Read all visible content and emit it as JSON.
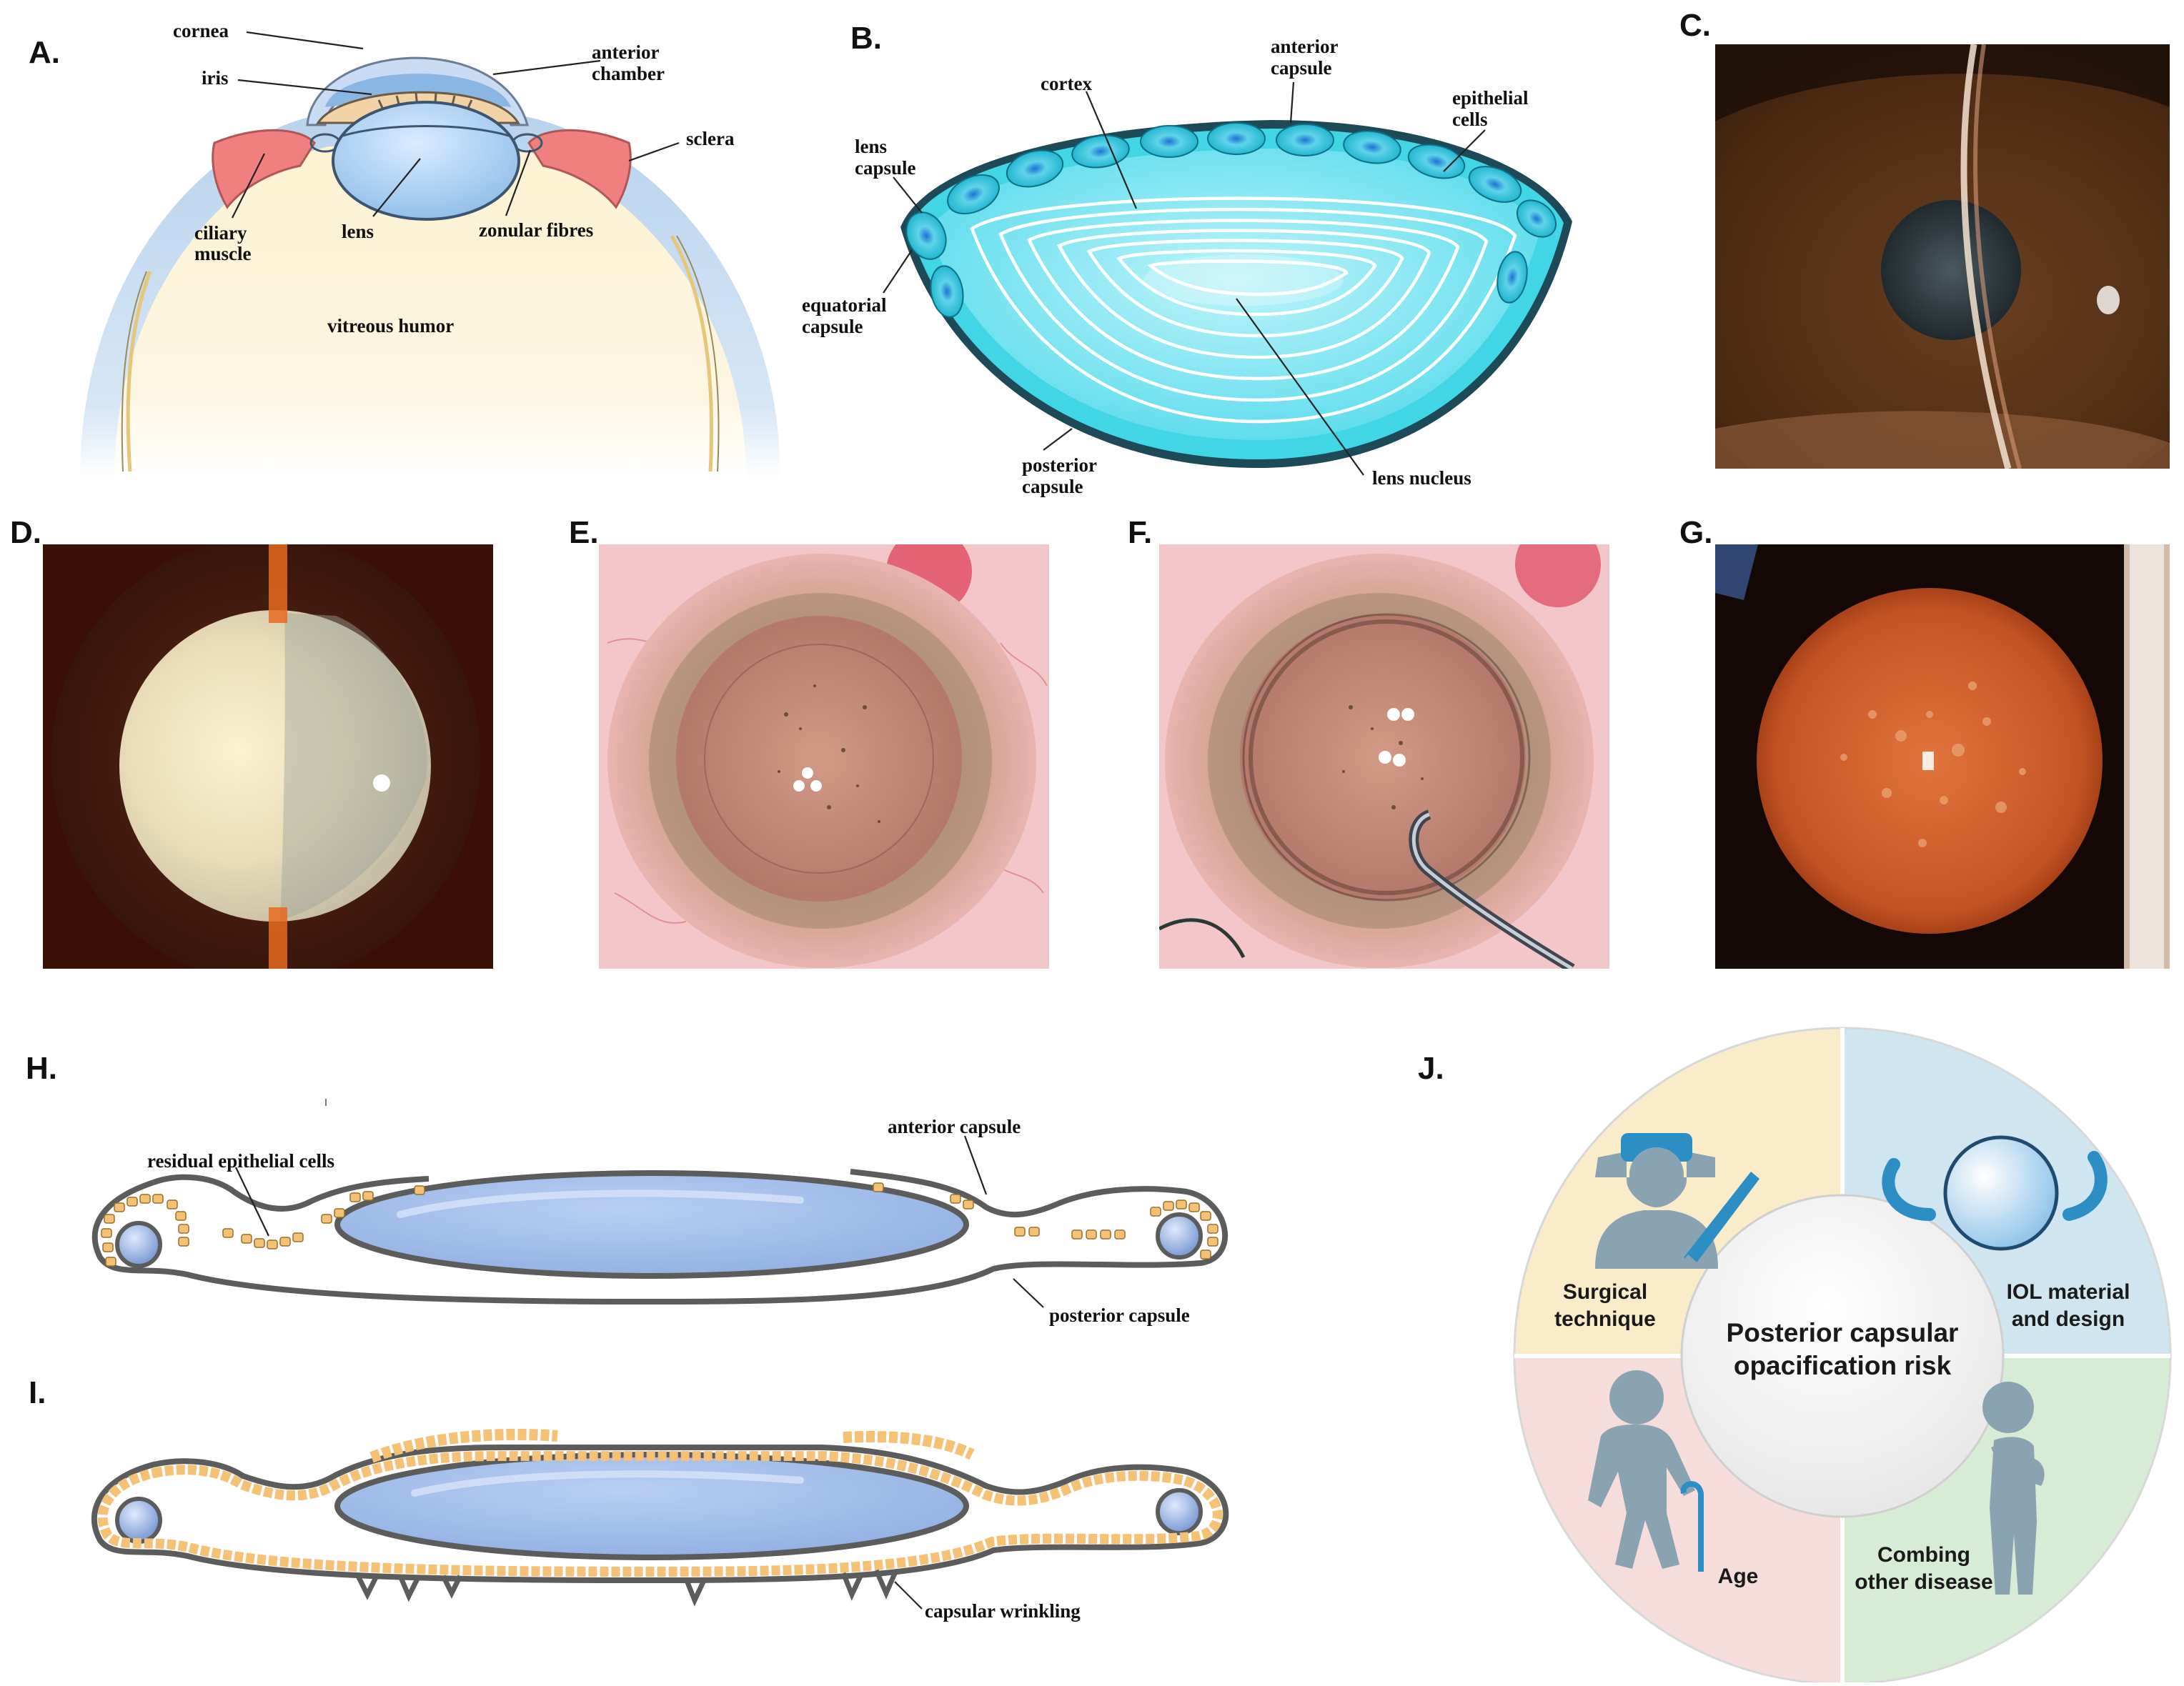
{
  "panels": {
    "A": {
      "label": "A.",
      "labels": {
        "cornea": "cornea",
        "iris": "iris",
        "anterior_chamber_1": "anterior",
        "anterior_chamber_2": "chamber",
        "sclera": "sclera",
        "ciliary_1": "ciliary",
        "ciliary_2": "muscle",
        "lens": "lens",
        "zonular": "zonular fibres",
        "vitreous": "vitreous humor"
      }
    },
    "B": {
      "label": "B.",
      "labels": {
        "cortex": "cortex",
        "anterior_capsule_1": "anterior",
        "anterior_capsule_2": "capsule",
        "epithelial_1": "epithelial",
        "epithelial_2": "cells",
        "lens_capsule_1": "lens",
        "lens_capsule_2": "capsule",
        "equatorial_1": "equatorial",
        "equatorial_2": "capsule",
        "posterior_1": "posterior",
        "posterior_2": "capsule",
        "nucleus": "lens nucleus"
      }
    },
    "C": {
      "label": "C."
    },
    "D": {
      "label": "D."
    },
    "E": {
      "label": "E."
    },
    "F": {
      "label": "F."
    },
    "G": {
      "label": "G."
    },
    "H": {
      "label": "H.",
      "labels": {
        "residual": "residual epithelial cells",
        "anterior": "anterior capsule",
        "posterior": "posterior capsule"
      }
    },
    "I": {
      "label": "I.",
      "labels": {
        "wrinkling": "capsular wrinkling"
      }
    },
    "J": {
      "label": "J.",
      "center_1": "Posterior capsular",
      "center_2": "opacification risk",
      "surgical_1": "Surgical",
      "surgical_2": "technique",
      "iol_1": "IOL material",
      "iol_2": "and design",
      "age": "Age",
      "combing_1": "Combing",
      "combing_2": "other disease",
      "colors": {
        "surgical": "#fbecc9",
        "iol": "#cfe6f1",
        "age": "#f7dcdc",
        "disease": "#d6ecd5",
        "figure": "#8aa3b3",
        "accent": "#2b8fc5"
      }
    }
  }
}
